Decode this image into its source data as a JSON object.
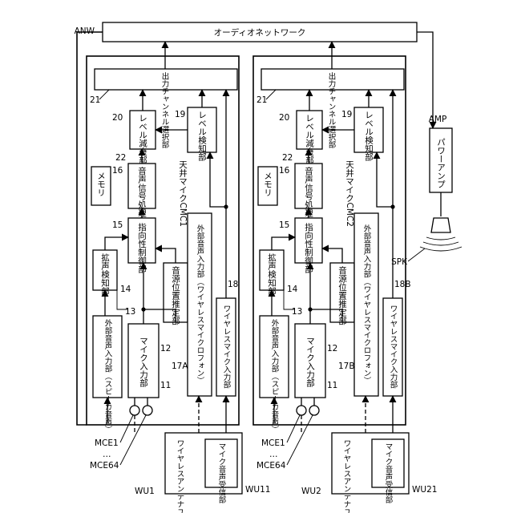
{
  "network": {
    "ref": "ANW",
    "label": "オーディオネットワーク"
  },
  "amp": {
    "ref": "AMP",
    "label": "パワーアンプ"
  },
  "speaker": {
    "ref": "SPK"
  },
  "units": [
    {
      "block_label": "天井マイクCMC1",
      "out_channel": "出力チャンネル選択部",
      "level_att": "レベル減衰部",
      "level_det": "レベル検知部",
      "memory": "メモリ",
      "voice_proc": "音声信号処理部",
      "directivity": "指向性制御部",
      "voice_detect": "拡声検知部",
      "source_est": "音源位置推定部",
      "ext_input": "外部音声入力部（スピーカ音声）",
      "mic_input": "マイク入力部",
      "wl_mic_input": "ワイヤレスマイク入力部",
      "wl_group": "外部音声入力部（ワイヤレスマイクロフォン）",
      "refs": {
        "r21": "21",
        "r20": "20",
        "r19": "19",
        "r22": "22",
        "r16": "16",
        "r15": "15",
        "r14": "14",
        "r13": "13",
        "r12": "12",
        "r11": "11",
        "r17": "17A",
        "r18": "18"
      },
      "mic_first": "MCE1",
      "mic_last": "MCE64",
      "mic_dots": "…",
      "wu_ref": "WU1",
      "wu_label": "ワイヤレスアンテナユニット",
      "wu_recv": "マイク音声受信部",
      "wu_recv_ref": "WU11"
    },
    {
      "block_label": "天井マイクCMC2",
      "out_channel": "出力チャンネル選択部",
      "level_att": "レベル減衰部",
      "level_det": "レベル検知部",
      "memory": "メモリ",
      "voice_proc": "音声信号処理部",
      "directivity": "指向性制御部",
      "voice_detect": "拡声検知部",
      "source_est": "音源位置推定部",
      "ext_input": "外部音声入力部（スピーカ音声）",
      "mic_input": "マイク入力部",
      "wl_mic_input": "ワイヤレスマイク入力部",
      "wl_group": "外部音声入力部（ワイヤレスマイクロフォン）",
      "refs": {
        "r21": "21",
        "r20": "20",
        "r19": "19",
        "r22": "22",
        "r16": "16",
        "r15": "15",
        "r14": "14",
        "r13": "13",
        "r12": "12",
        "r11": "11",
        "r17": "17B",
        "r18": "18B"
      },
      "mic_first": "MCE1",
      "mic_last": "MCE64",
      "mic_dots": "…",
      "wu_ref": "WU2",
      "wu_label": "ワイヤレスアンテナユニット",
      "wu_recv": "マイク音声受信部",
      "wu_recv_ref": "WU21"
    }
  ]
}
